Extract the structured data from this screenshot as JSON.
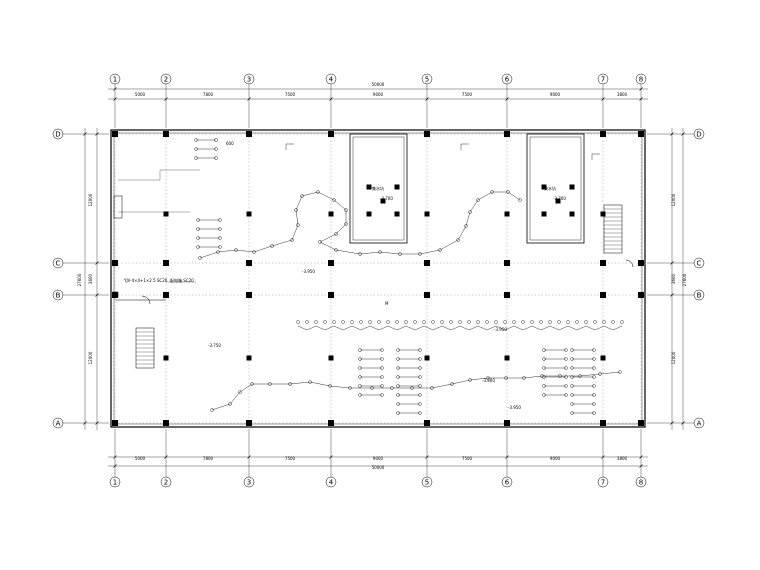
{
  "axes": {
    "columns": [
      "1",
      "2",
      "3",
      "4",
      "5",
      "6",
      "7",
      "8"
    ],
    "rows": [
      "D",
      "C",
      "B",
      "A"
    ]
  },
  "dimensions": {
    "top_segments": [
      "5000",
      "7800",
      "7500",
      "9000",
      "7500",
      "9000",
      "3800"
    ],
    "top_total": "50000",
    "bottom_segments": [
      "5000",
      "7800",
      "7500",
      "9000",
      "7500",
      "9000",
      "3800"
    ],
    "bottom_total": "50000",
    "left_outer": [
      "12000",
      "3600",
      "12000"
    ],
    "left_total": "27600",
    "right_outer": [
      "12000",
      "3600",
      "12000"
    ],
    "right_total": "27600"
  },
  "annotations": {
    "feeder_label": "YJV-4×4+1×2.5  SC20",
    "feeder_suffix": "配电箱  SC20",
    "center_mark": "M",
    "pit_label_left": "集水坑",
    "pit_label_right": "集水坑",
    "level_a": "-3.950",
    "level_b": "-3.750",
    "level_c": "-3.950",
    "level_d": "-3.950",
    "level_e": "-3.800",
    "pit_level_left": "-3.700",
    "pit_level_right": "-3.700",
    "dim_small": "600"
  },
  "colors": {
    "line": "#000000",
    "background": "#ffffff"
  }
}
